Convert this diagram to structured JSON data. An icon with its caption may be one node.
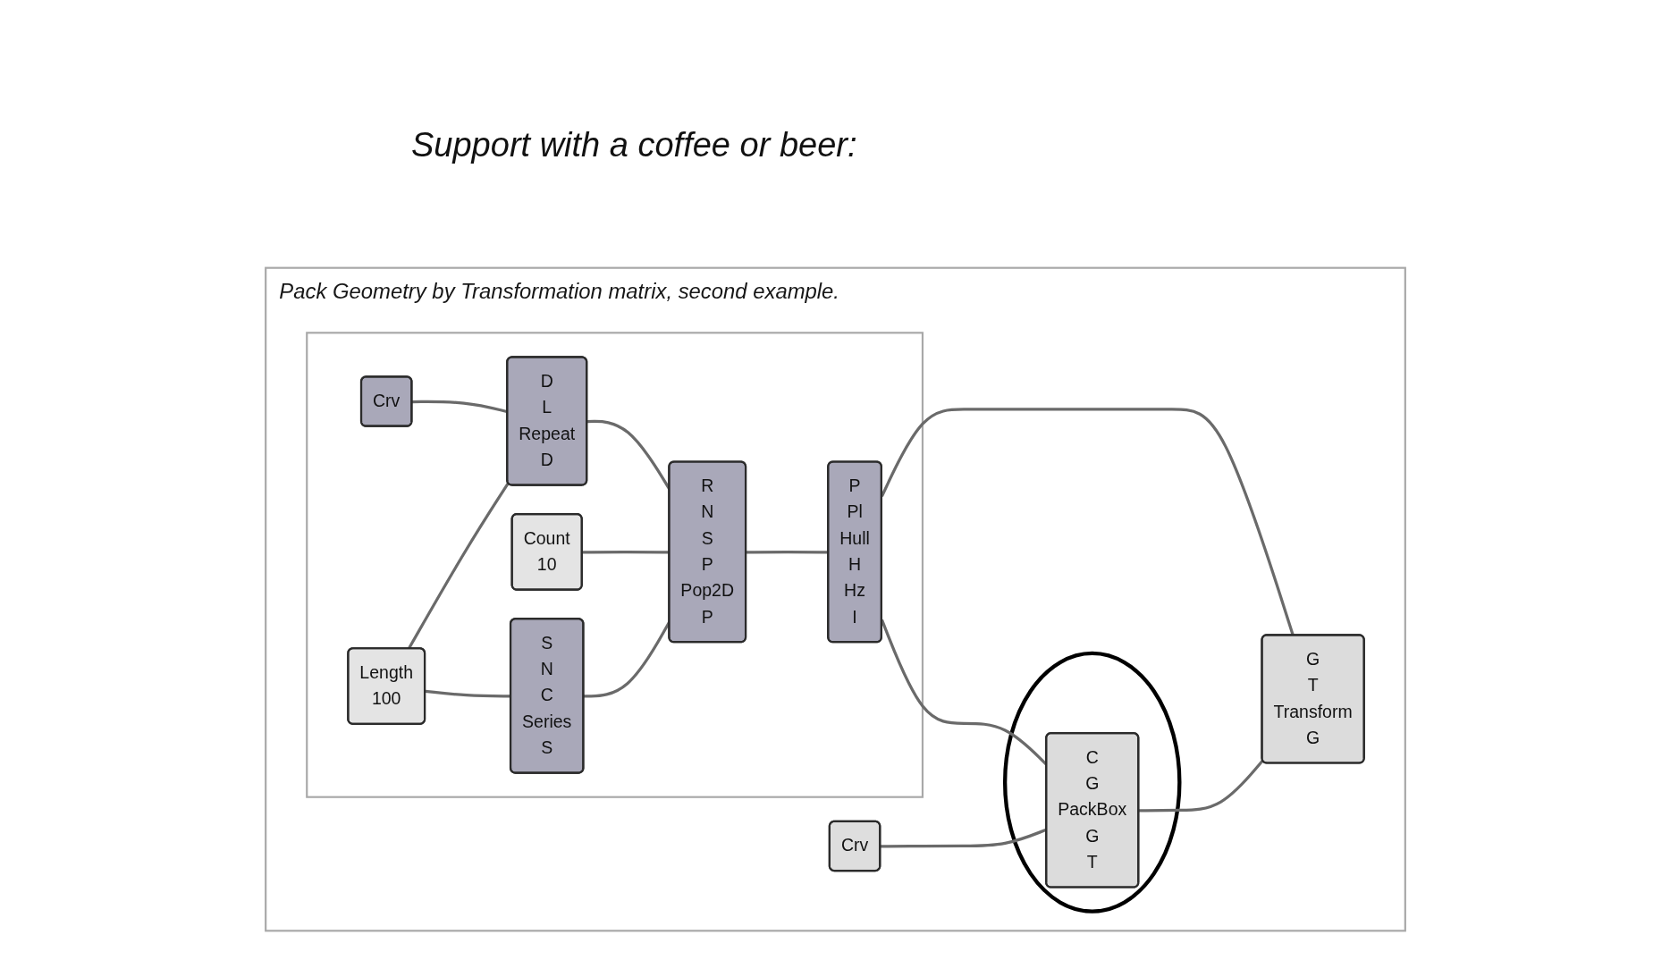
{
  "diagram": {
    "nodes": [
      {
        "text": [
          "Pack Geometry by Transformation matrix, second example."
        ]
      },
      {
        "text": [],
        "shape": "box",
        "in": 0
      },
      {
        "text": [
          "Crv"
        ],
        "in": 1
      },
      {
        "text": [
          "D",
          "L",
          "Repeat",
          "D"
        ],
        "in": 1
      },
      {
        "text": [
          "Length",
          "100"
        ],
        "in": 1
      },
      {
        "text": [
          "Count",
          "10"
        ],
        "in": 1
      },
      {
        "text": [
          "S",
          "N",
          "C",
          "Series",
          "S"
        ],
        "in": 1
      },
      {
        "text": [
          "R",
          "N",
          "S",
          "P",
          "Pop2D",
          "P"
        ],
        "in": 1
      },
      {
        "text": [
          "P",
          "Pl",
          "Hull",
          "H",
          "Hz",
          "I"
        ],
        "in": 1
      },
      {
        "text": [
          "Crv"
        ],
        "in": 0
      },
      {
        "text": [],
        "shape": "circle",
        "in": 0
      },
      {
        "text": [
          "C",
          "G",
          "PackBox",
          "G",
          "T"
        ],
        "in": 10
      },
      {
        "text": [
          "G",
          "T",
          "Transform",
          "G"
        ],
        "in": 0
      }
    ],
    "edges": [
      {
        "from": 2,
        "to": 3,
        "arrow": "none"
      },
      {
        "from": 4,
        "to": 3,
        "arrow": "none"
      },
      {
        "from": 4,
        "to": 6,
        "arrow": "none"
      },
      {
        "from": 3,
        "to": 7,
        "arrow": "none"
      },
      {
        "from": 5,
        "to": 7,
        "arrow": "none"
      },
      {
        "from": 6,
        "to": 7,
        "arrow": "none"
      },
      {
        "from": 7,
        "to": 8,
        "arrow": "none"
      },
      {
        "from": 8,
        "to": 12,
        "arrow": "none"
      },
      {
        "from": 8,
        "to": 11,
        "arrow": "none"
      },
      {
        "from": 9,
        "to": 11,
        "arrow": "none"
      },
      {
        "from": 11,
        "to": 12,
        "arrow": "none"
      }
    ],
    "labels": [
      "Support with a coffee or beer:"
    ]
  }
}
